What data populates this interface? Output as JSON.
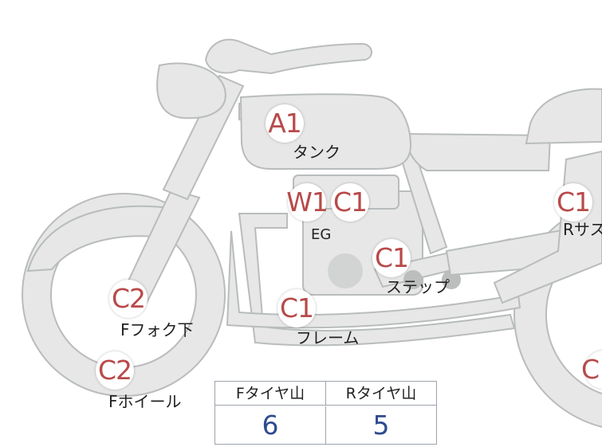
{
  "badges": [
    {
      "id": "a1-tank",
      "code": "A1"
    },
    {
      "id": "w1-eg",
      "code": "W1"
    },
    {
      "id": "c1-eg",
      "code": "C1"
    },
    {
      "id": "c1-rsus",
      "code": "C1"
    },
    {
      "id": "c1-step",
      "code": "C1"
    },
    {
      "id": "c1-frame",
      "code": "C1"
    },
    {
      "id": "c2-ffork",
      "code": "C2"
    },
    {
      "id": "c2-fwheel",
      "code": "C2"
    },
    {
      "id": "c-rear",
      "code": "C"
    }
  ],
  "labels": {
    "tank": "タンク",
    "eg": "EG",
    "rsus": "Rサス",
    "step": "ステップ",
    "frame": "フレーム",
    "ffork": "Fフォク下",
    "fwheel": "Fホイール"
  },
  "tire_table": {
    "front_header": "Fタイヤ山",
    "rear_header": "Rタイヤ山",
    "front_value": "6",
    "rear_value": "5"
  },
  "colors": {
    "part_fill": "#e6e7e6",
    "part_stroke": "#b9bcbd",
    "code_text": "#b84a4a",
    "value_text": "#2f4a8f"
  }
}
